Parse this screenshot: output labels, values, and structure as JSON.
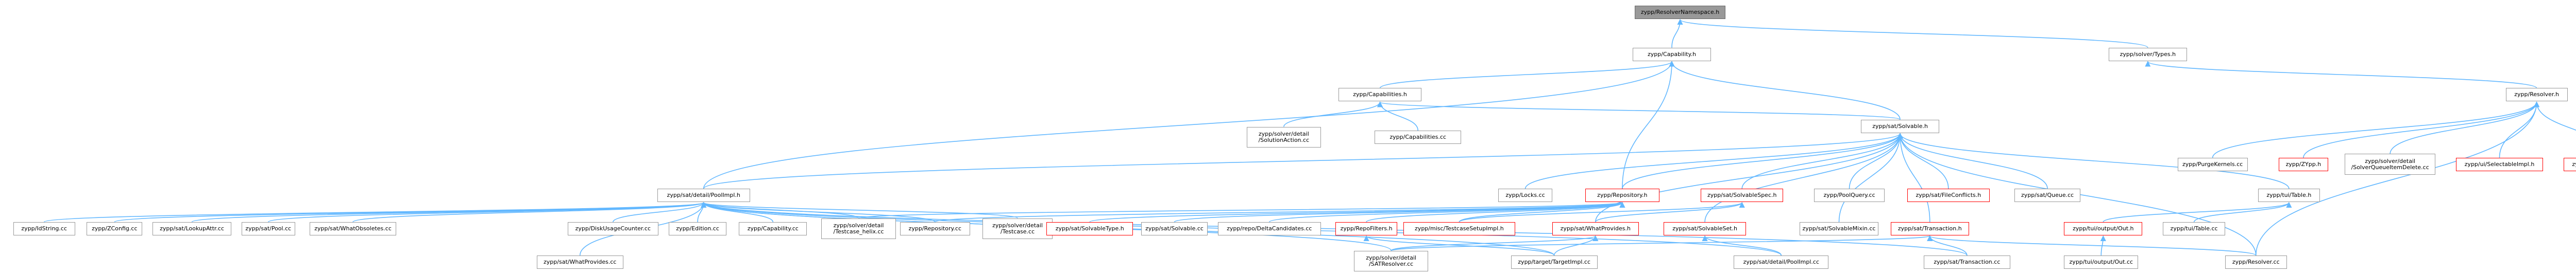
{
  "graph": {
    "colors": {
      "edge": "#63b8ff",
      "root_fill": "#999999",
      "node_border": "#999999",
      "highlight_border": "#ff0000"
    },
    "nodes": [
      {
        "id": "ResolverNamespace_h",
        "label": "zypp/ResolverNamespace.h",
        "root": true
      },
      {
        "id": "Capability_h",
        "label": "zypp/Capability.h"
      },
      {
        "id": "solver_Types_h",
        "label": "zypp/solver/Types.h"
      },
      {
        "id": "CapabilityImpl",
        "label": "zypp/Capabilities.h"
      },
      {
        "id": "Resolver_h",
        "label": "zypp/Resolver.h"
      },
      {
        "id": "SolutionAction_cc",
        "label": "zypp/solver/detail\n/SolutionAction.cc"
      },
      {
        "id": "Capabilities_cc",
        "label": "zypp/Capabilities.cc"
      },
      {
        "id": "Solvable_h",
        "label": "zypp/sat/Solvable.h"
      },
      {
        "id": "PurgeKernels_cc",
        "label": "zypp/PurgeKernels.cc"
      },
      {
        "id": "ZYpp_h",
        "label": "zypp/ZYpp.h",
        "red": true
      },
      {
        "id": "SolverQueueItemDelete_cc",
        "label": "zypp/solver/detail\n/SolverQueueItemDelete.cc"
      },
      {
        "id": "Selectable_h",
        "label": "zypp/ui/SelectableImpl.h",
        "red": true
      },
      {
        "id": "ZYppImpl_h",
        "label": "zypp/zypp_detail/ZYppImpl.h",
        "red": true
      },
      {
        "id": "PoolImpl_h",
        "label": "zypp/sat/detail/PoolImpl.h"
      },
      {
        "id": "Locks_cc",
        "label": "zypp/Locks.cc"
      },
      {
        "id": "Repository_h",
        "label": "zypp/Repository.h",
        "red": true
      },
      {
        "id": "SolvableSpec_h",
        "label": "zypp/sat/SolvableSpec.h",
        "red": true
      },
      {
        "id": "PoolQuery_cc",
        "label": "zypp/PoolQuery.cc"
      },
      {
        "id": "FileConflicts_h",
        "label": "zypp/sat/FileConflicts.h",
        "red": true
      },
      {
        "id": "Queue_cc",
        "label": "zypp/sat/Queue.cc"
      },
      {
        "id": "TuiTable_h",
        "label": "zypp/tui/Table.h"
      },
      {
        "id": "IdString_cc",
        "label": "zypp/IdString.cc"
      },
      {
        "id": "ZConfig_cc",
        "label": "zypp/ZConfig.cc"
      },
      {
        "id": "LookupAttr_cc",
        "label": "zypp/sat/LookupAttr.cc"
      },
      {
        "id": "Pool_cc",
        "label": "zypp/sat/Pool.cc"
      },
      {
        "id": "WhatObsoletes_cc",
        "label": "zypp/sat/WhatObsoletes.cc"
      },
      {
        "id": "DiskUsageCounter_cc",
        "label": "zypp/DiskUsageCounter.cc"
      },
      {
        "id": "Edition_cc",
        "label": "zypp/Edition.cc"
      },
      {
        "id": "Capability_cc",
        "label": "zypp/Capability.cc"
      },
      {
        "id": "Testcase_helix_cc",
        "label": "zypp/solver/detail\n/Testcase_helix.cc"
      },
      {
        "id": "Repository_cc",
        "label": "zypp/Repository.cc"
      },
      {
        "id": "Testcase_cc",
        "label": "zypp/solver/detail\n/Testcase.cc"
      },
      {
        "id": "SolvableType_h",
        "label": "zypp/sat/SolvableType.h",
        "red": true
      },
      {
        "id": "Solvable_cc",
        "label": "zypp/sat/Solvable.cc"
      },
      {
        "id": "DeltaCandidates_cc",
        "label": "zypp/repo/DeltaCandidates.cc"
      },
      {
        "id": "RepoFilters_h",
        "label": "zypp/RepoFilters.h",
        "red": true
      },
      {
        "id": "TestcaseSetupImpl_h",
        "label": "zypp/misc/TestcaseSetupImpl.h",
        "red": true
      },
      {
        "id": "WhatProvides_h",
        "label": "zypp/sat/WhatProvides.h",
        "red": true
      },
      {
        "id": "SolvableSet_h",
        "label": "zypp/sat/SolvableSet.h",
        "red": true
      },
      {
        "id": "SolvableMixin_cc",
        "label": "zypp/sat/SolvableMixin.cc"
      },
      {
        "id": "Transaction_h",
        "label": "zypp/sat/Transaction.h",
        "red": true
      },
      {
        "id": "Out_h",
        "label": "zypp/tui/output/Out.h",
        "red": true
      },
      {
        "id": "Table_cc",
        "label": "zypp/tui/Table.cc"
      },
      {
        "id": "WhatProvides_cc",
        "label": "zypp/sat/WhatProvides.cc"
      },
      {
        "id": "SATResolver_cc",
        "label": "zypp/solver/detail\n/SATResolver.cc"
      },
      {
        "id": "TargetImpl_cc",
        "label": "zypp/target/TargetImpl.cc"
      },
      {
        "id": "PoolImpl_cc",
        "label": "zypp/sat/detail/PoolImpl.cc"
      },
      {
        "id": "Transaction_cc",
        "label": "zypp/sat/Transaction.cc"
      },
      {
        "id": "Out_cc",
        "label": "zypp/tui/output/Out.cc"
      },
      {
        "id": "Resolver_cc",
        "label": "zypp/Resolver.cc"
      }
    ],
    "edges": [
      [
        "Capability_h",
        "ResolverNamespace_h"
      ],
      [
        "solver_Types_h",
        "ResolverNamespace_h"
      ],
      [
        "CapabilityImpl",
        "Capability_h"
      ],
      [
        "Solvable_h",
        "Capability_h"
      ],
      [
        "PoolImpl_h",
        "Capability_h"
      ],
      [
        "Repository_h",
        "Capability_h"
      ],
      [
        "Resolver_h",
        "solver_Types_h"
      ],
      [
        "SolutionAction_cc",
        "CapabilityImpl"
      ],
      [
        "Capabilities_cc",
        "CapabilityImpl"
      ],
      [
        "Solvable_h",
        "CapabilityImpl"
      ],
      [
        "PurgeKernels_cc",
        "Resolver_h"
      ],
      [
        "ZYpp_h",
        "Resolver_h"
      ],
      [
        "SolverQueueItemDelete_cc",
        "Resolver_h"
      ],
      [
        "Selectable_h",
        "Resolver_h"
      ],
      [
        "ZYppImpl_h",
        "Resolver_h"
      ],
      [
        "Resolver_cc",
        "Resolver_h"
      ],
      [
        "PoolImpl_h",
        "Solvable_h"
      ],
      [
        "Locks_cc",
        "Solvable_h"
      ],
      [
        "Repository_h",
        "Solvable_h"
      ],
      [
        "SolvableSpec_h",
        "Solvable_h"
      ],
      [
        "PoolQuery_cc",
        "Solvable_h"
      ],
      [
        "FileConflicts_h",
        "Solvable_h"
      ],
      [
        "Queue_cc",
        "Solvable_h"
      ],
      [
        "TuiTable_h",
        "Solvable_h"
      ],
      [
        "Transaction_h",
        "Solvable_h"
      ],
      [
        "WhatProvides_h",
        "Solvable_h"
      ],
      [
        "SolvableSet_h",
        "Solvable_h"
      ],
      [
        "SolvableMixin_cc",
        "Solvable_h"
      ],
      [
        "Resolver_cc",
        "Solvable_h"
      ],
      [
        "IdString_cc",
        "PoolImpl_h"
      ],
      [
        "ZConfig_cc",
        "PoolImpl_h"
      ],
      [
        "LookupAttr_cc",
        "PoolImpl_h"
      ],
      [
        "Pool_cc",
        "PoolImpl_h"
      ],
      [
        "WhatObsoletes_cc",
        "PoolImpl_h"
      ],
      [
        "DiskUsageCounter_cc",
        "PoolImpl_h"
      ],
      [
        "Edition_cc",
        "PoolImpl_h"
      ],
      [
        "Capability_cc",
        "PoolImpl_h"
      ],
      [
        "Testcase_helix_cc",
        "PoolImpl_h"
      ],
      [
        "Repository_cc",
        "PoolImpl_h"
      ],
      [
        "Testcase_cc",
        "PoolImpl_h"
      ],
      [
        "WhatProvides_cc",
        "PoolImpl_h"
      ],
      [
        "SATResolver_cc",
        "PoolImpl_h"
      ],
      [
        "TargetImpl_cc",
        "PoolImpl_h"
      ],
      [
        "PoolImpl_cc",
        "PoolImpl_h"
      ],
      [
        "Transaction_cc",
        "PoolImpl_h"
      ],
      [
        "SolvableType_h",
        "Repository_h"
      ],
      [
        "Solvable_cc",
        "Repository_h"
      ],
      [
        "DeltaCandidates_cc",
        "Repository_h"
      ],
      [
        "RepoFilters_h",
        "Repository_h"
      ],
      [
        "TestcaseSetupImpl_h",
        "Repository_h"
      ],
      [
        "Testcase_helix_cc",
        "Repository_h"
      ],
      [
        "Repository_cc",
        "Repository_h"
      ],
      [
        "TestcaseSetupImpl_h",
        "SolvableSpec_h"
      ],
      [
        "WhatProvides_h",
        "SolvableSpec_h"
      ],
      [
        "Out_h",
        "TuiTable_h"
      ],
      [
        "Table_cc",
        "TuiTable_h"
      ],
      [
        "Out_cc",
        "Out_h"
      ],
      [
        "SATResolver_cc",
        "WhatProvides_h"
      ],
      [
        "TargetImpl_cc",
        "WhatProvides_h"
      ],
      [
        "PoolImpl_cc",
        "SolvableSet_h"
      ],
      [
        "SATResolver_cc",
        "Transaction_h"
      ],
      [
        "Transaction_cc",
        "Transaction_h"
      ],
      [
        "Resolver_cc",
        "Transaction_h"
      ],
      [
        "TargetImpl_cc",
        "RepoFilters_h"
      ]
    ]
  }
}
